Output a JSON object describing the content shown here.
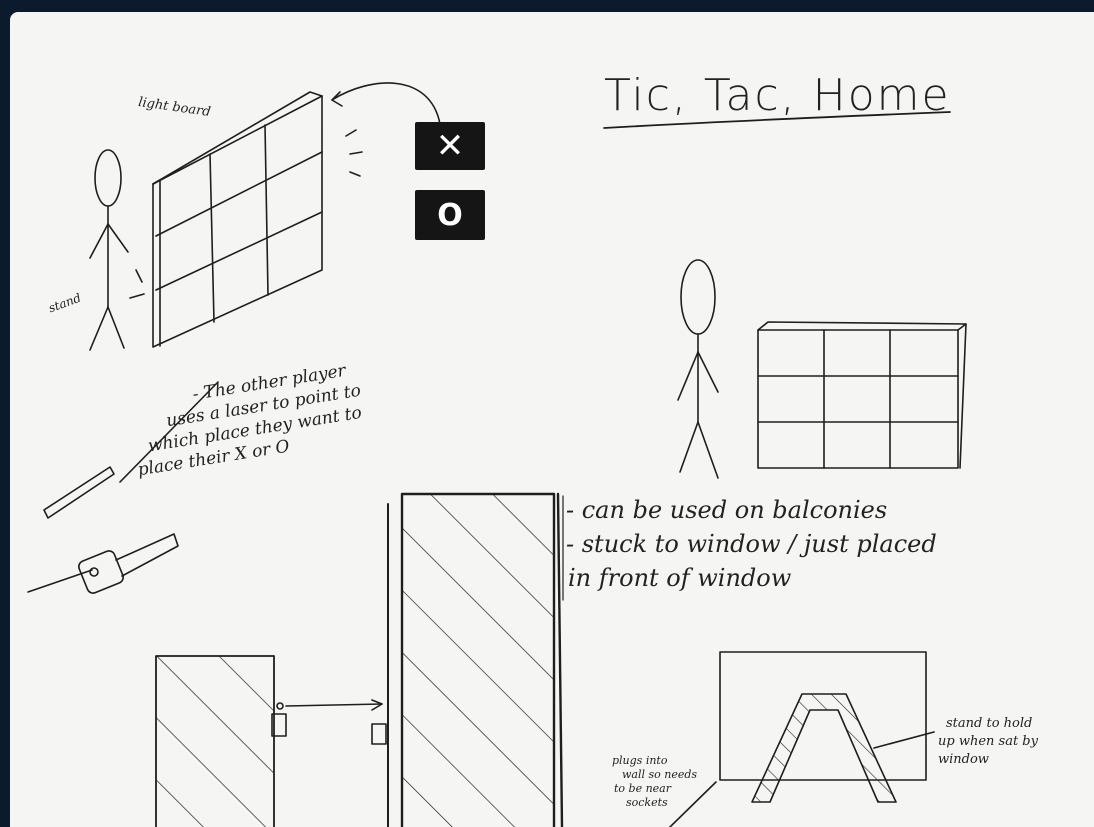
{
  "title": "Tic, Tac, Home",
  "tiles": {
    "x_symbol": "✕",
    "o_symbol": "O"
  },
  "labels": {
    "light_board": "light board",
    "stand": "stand",
    "laser_note": [
      "- The other player",
      "uses a laser to point to",
      "which place they want to",
      "place their X or O"
    ],
    "balcony_note": [
      "- can be used on balconies",
      "- stuck to window / just placed",
      "in front of window"
    ],
    "plug_note": [
      "plugs into",
      "wall so needs",
      "to be near",
      "sockets"
    ],
    "stand_note": [
      "stand to hold",
      "up when sat by",
      "window"
    ]
  }
}
